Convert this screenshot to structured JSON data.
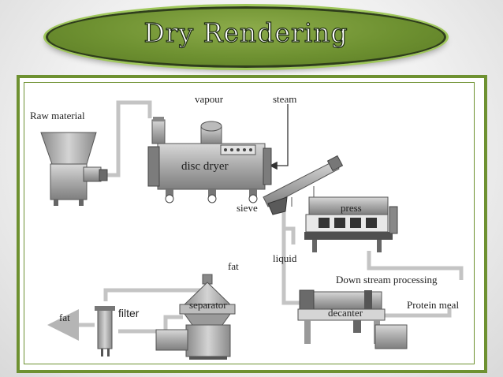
{
  "title": "Dry Rendering",
  "labels": {
    "raw_material": "Raw material",
    "vapour": "vapour",
    "steam": "steam",
    "disc_dryer": "disc dryer",
    "sieve": "sieve",
    "press": "press",
    "liquid": "liquid",
    "fat_top": "fat",
    "down_stream": "Down stream processing",
    "separator": "separator",
    "protein_meal": "Protein meal",
    "filter": "filter",
    "decanter": "decanter",
    "fat_left": "fat"
  },
  "colors": {
    "title_fill": "#6e9131",
    "frame_border": "#6e9131",
    "pipe": "#c4c4c4",
    "equipment": "#9a9a9a",
    "equipment_dark": "#4d4d4d"
  }
}
